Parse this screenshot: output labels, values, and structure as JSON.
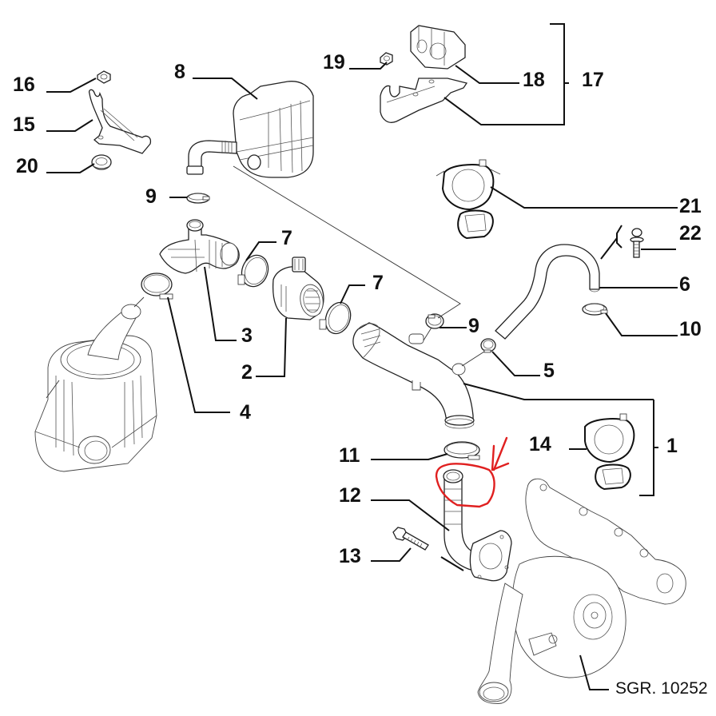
{
  "diagram": {
    "title": "Air intake / turbocharger hose exploded parts diagram",
    "reference_code": "SGR. 10252",
    "callouts": [
      {
        "id": "16",
        "part": "nut"
      },
      {
        "id": "15",
        "part": "bracket"
      },
      {
        "id": "20",
        "part": "grommet"
      },
      {
        "id": "8",
        "part": "resonator / blow-by separator"
      },
      {
        "id": "9",
        "part": "hose clamp (upper)"
      },
      {
        "id": "3",
        "part": "intake elbow hose"
      },
      {
        "id": "4",
        "part": "hose clamp"
      },
      {
        "id": "7",
        "part": "hose clamp (left of air mass meter)"
      },
      {
        "id": "7b",
        "label": "7",
        "part": "hose clamp (right of air mass meter)"
      },
      {
        "id": "2",
        "part": "air mass meter"
      },
      {
        "id": "19",
        "part": "nut"
      },
      {
        "id": "18",
        "part": "rubber support block"
      },
      {
        "id": "17",
        "part": "support bracket assembly"
      },
      {
        "id": "21",
        "part": "double pipe clip"
      },
      {
        "id": "22",
        "part": "screw"
      },
      {
        "id": "6",
        "part": "breather hose"
      },
      {
        "id": "10",
        "part": "hose clamp"
      },
      {
        "id": "9b",
        "label": "9",
        "part": "hose clamp (lower)"
      },
      {
        "id": "5",
        "part": "hose clamp"
      },
      {
        "id": "1",
        "part": "intake duct assembly"
      },
      {
        "id": "11",
        "part": "hose clamp"
      },
      {
        "id": "14",
        "part": "double pipe clip"
      },
      {
        "id": "12",
        "part": "turbo inlet pipe (highlighted)"
      },
      {
        "id": "13",
        "part": "bolt"
      }
    ],
    "labels": {
      "l16": "16",
      "l15": "15",
      "l20": "20",
      "l8": "8",
      "l9a": "9",
      "l3": "3",
      "l4": "4",
      "l7a": "7",
      "l2": "2",
      "l7b": "7",
      "l19": "19",
      "l18": "18",
      "l17": "17",
      "l21": "21",
      "l22": "22",
      "l6": "6",
      "l10": "10",
      "l9b": "9",
      "l5": "5",
      "l1": "1",
      "l11": "11",
      "l14": "14",
      "l12": "12",
      "l13": "13"
    },
    "annotation": {
      "type": "hand-drawn circle with arrow",
      "color": "#e02020",
      "target": "12"
    }
  }
}
